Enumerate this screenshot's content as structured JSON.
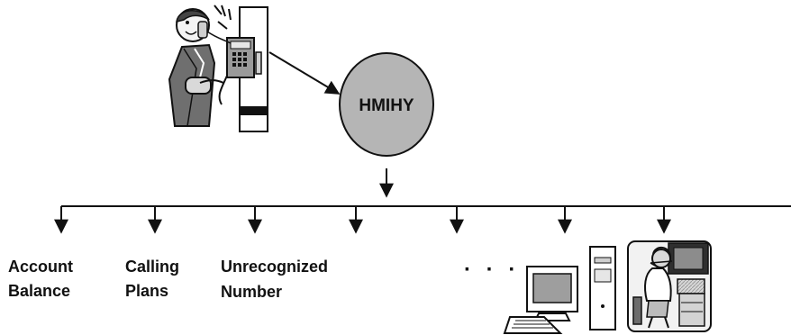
{
  "diagram": {
    "hub": {
      "label": "HMIHY"
    },
    "branches": [
      {
        "lines": [
          "Account",
          "Balance"
        ]
      },
      {
        "lines": [
          "Calling",
          "Plans"
        ]
      },
      {
        "lines": [
          "Unrecognized",
          "Number"
        ]
      },
      {
        "lines": []
      },
      {
        "lines": []
      },
      {
        "lines": []
      },
      {
        "lines": []
      }
    ],
    "more_indicator": "· · ·",
    "icons": {
      "caller": "caller-on-payphone-icon",
      "terminal": "computer-terminal-icon",
      "agent": "call-center-agent-icon"
    },
    "colors": {
      "hub_fill": "#b5b5b5",
      "stroke": "#111111",
      "background": "#ffffff"
    }
  }
}
